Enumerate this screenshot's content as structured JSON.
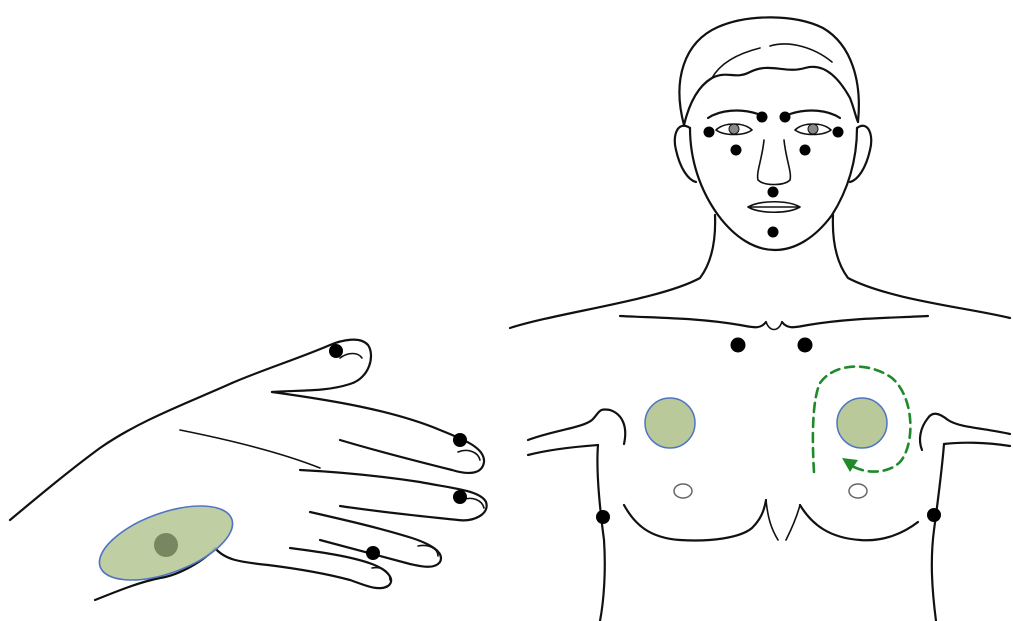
{
  "colors": {
    "ink": "#111111",
    "marker_dot": "#000000",
    "pad_fill": "#b9c99a",
    "pad_stroke": "#4f74c4",
    "massage_path": "#1e8a2a",
    "nipple": "#666666"
  },
  "icons": {
    "point_marker": "filled-dot",
    "massage_zone": "green-disc",
    "massage_direction": "dashed-circular-arrow"
  }
}
